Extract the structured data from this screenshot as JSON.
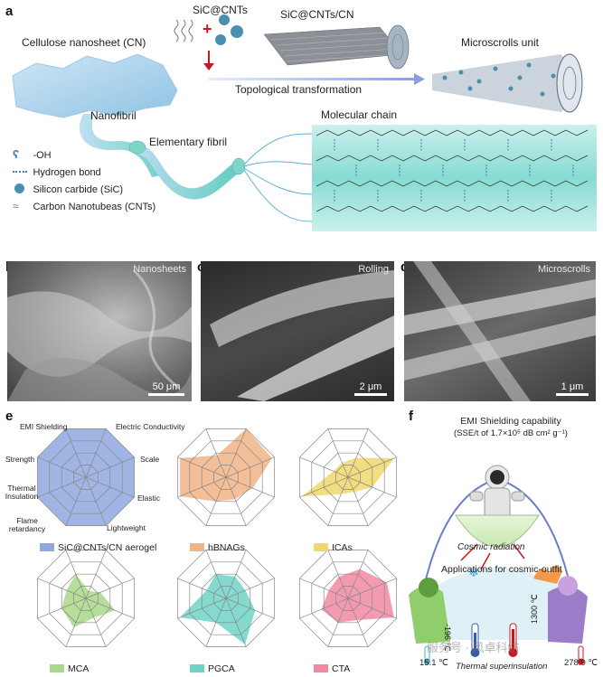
{
  "panels": {
    "a": "a",
    "b": "b",
    "c": "c",
    "d": "d",
    "e": "e",
    "f": "f"
  },
  "a": {
    "cn_label": "Cellulose nanosheet (CN)",
    "sic_cnts_label": "SiC@CNTs",
    "plus": "+",
    "sic_cnts_cn_label": "SiC@CNTs/CN",
    "microscrolls_label": "Microscrolls unit",
    "transform_label": "Topological transformation",
    "nanofibril_label": "Nanofibril",
    "elementary_label": "Elementary fibril",
    "molecular_label": "Molecular chain",
    "legend": [
      {
        "sym": "oh-icon",
        "text": "-OH"
      },
      {
        "sym": "hbond-icon",
        "text": "Hydrogen bond"
      },
      {
        "sym": "sic-icon",
        "text": "Silicon carbide (SiC)"
      },
      {
        "sym": "cnt-icon",
        "text": "Carbon Nanotubeas (CNTs)"
      }
    ]
  },
  "sem": [
    {
      "tag": "Nanosheets",
      "scale": "50 μm"
    },
    {
      "tag": "Rolling",
      "scale": "2 μm"
    },
    {
      "tag": "Microscrolls",
      "scale": "1 μm"
    }
  ],
  "chart_data": [
    {
      "type": "radar",
      "axes": [
        "EMI Shielding",
        "Electric Conductivity",
        "Scale",
        "Elastic",
        "Lightweight",
        "Flame retardancy",
        "Thermal Insulation",
        "Strength"
      ],
      "rmax": 1,
      "series": [
        {
          "name": "SiC@CNTs/CN aerogel",
          "values": [
            1,
            1,
            1,
            1,
            1,
            1,
            1,
            1
          ],
          "color": "#8fa8df"
        }
      ]
    },
    {
      "type": "radar",
      "rmax": 1,
      "series": [
        {
          "name": "hBNAGs",
          "values": [
            0.45,
            1,
            0.95,
            0.55,
            0.45,
            0.5,
            0.95,
            0.95
          ],
          "color": "#f0b486"
        }
      ]
    },
    {
      "type": "radar",
      "rmax": 1,
      "series": [
        {
          "name": "ICAs",
          "values": [
            0.3,
            0.4,
            0.95,
            0.5,
            0.3,
            0.35,
            0.95,
            0.3
          ],
          "color": "#f0d76a"
        }
      ]
    },
    {
      "type": "radar",
      "rmax": 1,
      "series": [
        {
          "name": "MCA",
          "values": [
            0.5,
            0.15,
            0.3,
            0.6,
            0.4,
            0.6,
            0.5,
            0.4
          ],
          "color": "#a9d88a"
        }
      ]
    },
    {
      "type": "radar",
      "rmax": 1,
      "series": [
        {
          "name": "PGCA",
          "values": [
            0.5,
            0.45,
            0.4,
            0.6,
            0.95,
            0.5,
            0.95,
            0.4
          ],
          "color": "#6fd4c6"
        }
      ]
    },
    {
      "type": "radar",
      "rmax": 1,
      "series": [
        {
          "name": "CTA",
          "values": [
            0.45,
            0.6,
            0.8,
            0.95,
            0.45,
            0.5,
            0.55,
            0.4
          ],
          "color": "#f08aa2"
        }
      ]
    }
  ],
  "f": {
    "title": "EMI Shielding capability",
    "subtitle": "(SSE/t of 1.7×10⁵ dB cm² g⁻¹)",
    "cosmic": "Cosmic radiation",
    "apps": "Applications for cosmic-outfit",
    "t1": "15.1 ℃",
    "t2": "-196 ℃",
    "t3": "1300 ℃",
    "t4": "278.9 ℃",
    "thermal": "Thermal superinsulation",
    "watermark": "服务号 · 风卓科纺"
  }
}
